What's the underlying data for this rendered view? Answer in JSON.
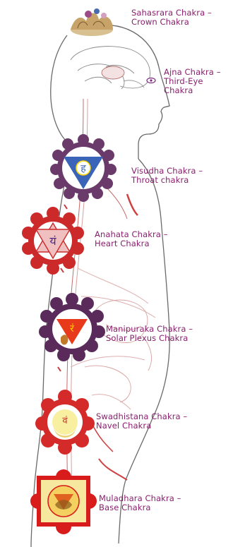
{
  "colors": {
    "label": "#8a1e6e",
    "outline": "#6a6a6a",
    "nerves": "#c86a6a"
  },
  "chakras": [
    {
      "id": "sahasrara",
      "name": "Sahasrara Chakra –",
      "subtitle": "Crown Chakra",
      "color": "#c0a070",
      "icon": "lotus-icon"
    },
    {
      "id": "ajna",
      "name": "Ajna Chakra –",
      "subtitle": "Third-Eye Chakra",
      "subtitle_lines": [
        "Third-Eye",
        "Chakra"
      ],
      "color": "#7a2a7a",
      "icon": "eye-icon"
    },
    {
      "id": "visudha",
      "name": "Visudha Chakra –",
      "subtitle": "Throat chakra",
      "color": "#3a64b8",
      "icon": "triangle-icon"
    },
    {
      "id": "anahata",
      "name": "Anahata Chakra –",
      "subtitle": "Heart Chakra",
      "color": "#cc2a2a",
      "icon": "hexagram-icon"
    },
    {
      "id": "manipuraka",
      "name": "Manipuraka Chakra –",
      "subtitle": "Solar Plexus Chakra",
      "color": "#5a2a5a",
      "icon": "fire-triangle-icon"
    },
    {
      "id": "swadhistana",
      "name": "Swadhistana Chakra –",
      "subtitle": "Navel Chakra",
      "color": "#d42a2a",
      "icon": "crescent-icon"
    },
    {
      "id": "muladhara",
      "name": "Muladhara Chakra –",
      "subtitle": "Base Chakra",
      "color": "#d81c1c",
      "icon": "square-icon"
    }
  ]
}
